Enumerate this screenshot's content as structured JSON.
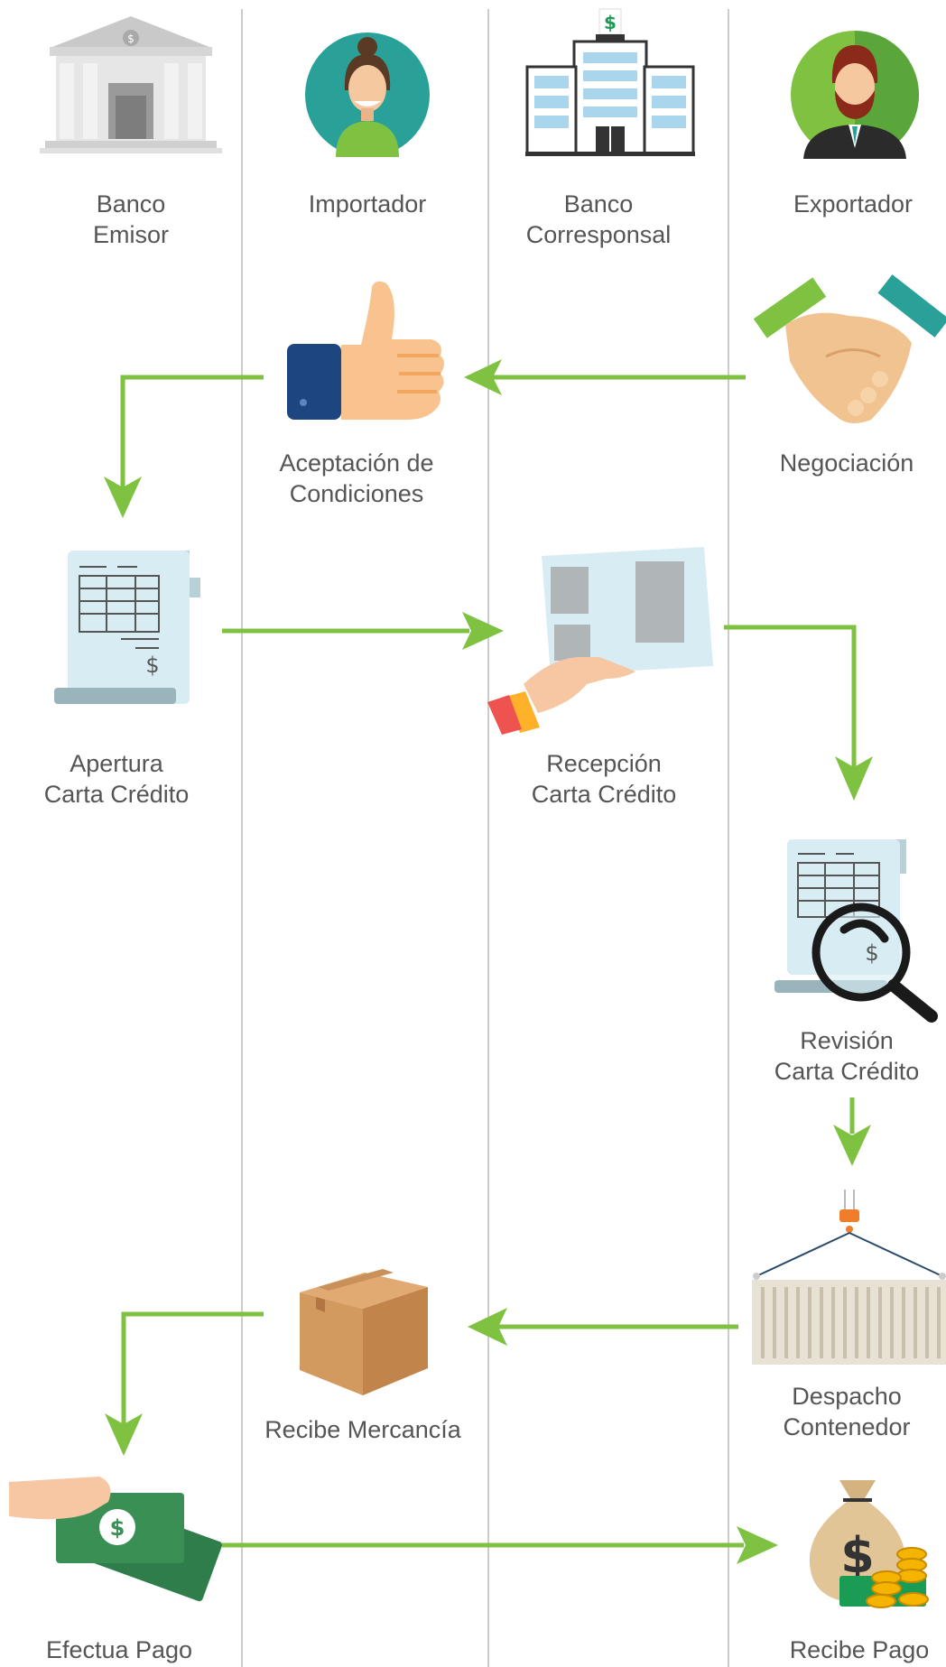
{
  "colors": {
    "arrow": "#7fc242",
    "divider": "#cccccc",
    "label": "#555555"
  },
  "actors": [
    {
      "id": "banco-emisor",
      "line1": "Banco",
      "line2": "Emisor",
      "icon": "bank-building-icon"
    },
    {
      "id": "importador",
      "line1": "Importador",
      "line2": "",
      "icon": "woman-avatar-icon"
    },
    {
      "id": "banco-corresponsal",
      "line1": "Banco",
      "line2": "Corresponsal",
      "icon": "office-building-icon"
    },
    {
      "id": "exportador",
      "line1": "Exportador",
      "line2": "",
      "icon": "bearded-man-avatar-icon"
    }
  ],
  "steps": [
    {
      "id": "negociacion",
      "line1": "Negociación",
      "line2": "",
      "icon": "handshake-icon"
    },
    {
      "id": "aceptacion",
      "line1": "Aceptación de",
      "line2": "Condiciones",
      "icon": "thumbs-up-icon"
    },
    {
      "id": "apertura",
      "line1": "Apertura",
      "line2": "Carta Crédito",
      "icon": "invoice-document-icon"
    },
    {
      "id": "recepcion",
      "line1": "Recepción",
      "line2": "Carta Crédito",
      "icon": "hand-holding-document-icon"
    },
    {
      "id": "revision",
      "line1": "Revisión",
      "line2": "Carta Crédito",
      "icon": "document-magnifier-icon"
    },
    {
      "id": "despacho",
      "line1": "Despacho",
      "line2": "Contenedor",
      "icon": "crane-container-icon"
    },
    {
      "id": "recibe-mercancia",
      "line1": "Recibe Mercancía",
      "line2": "",
      "icon": "cardboard-box-icon"
    },
    {
      "id": "efectua-pago",
      "line1": "Efectua Pago",
      "line2": "",
      "icon": "hand-cash-icon"
    },
    {
      "id": "recibe-pago",
      "line1": "Recibe Pago",
      "line2": "",
      "icon": "money-bag-icon"
    }
  ]
}
